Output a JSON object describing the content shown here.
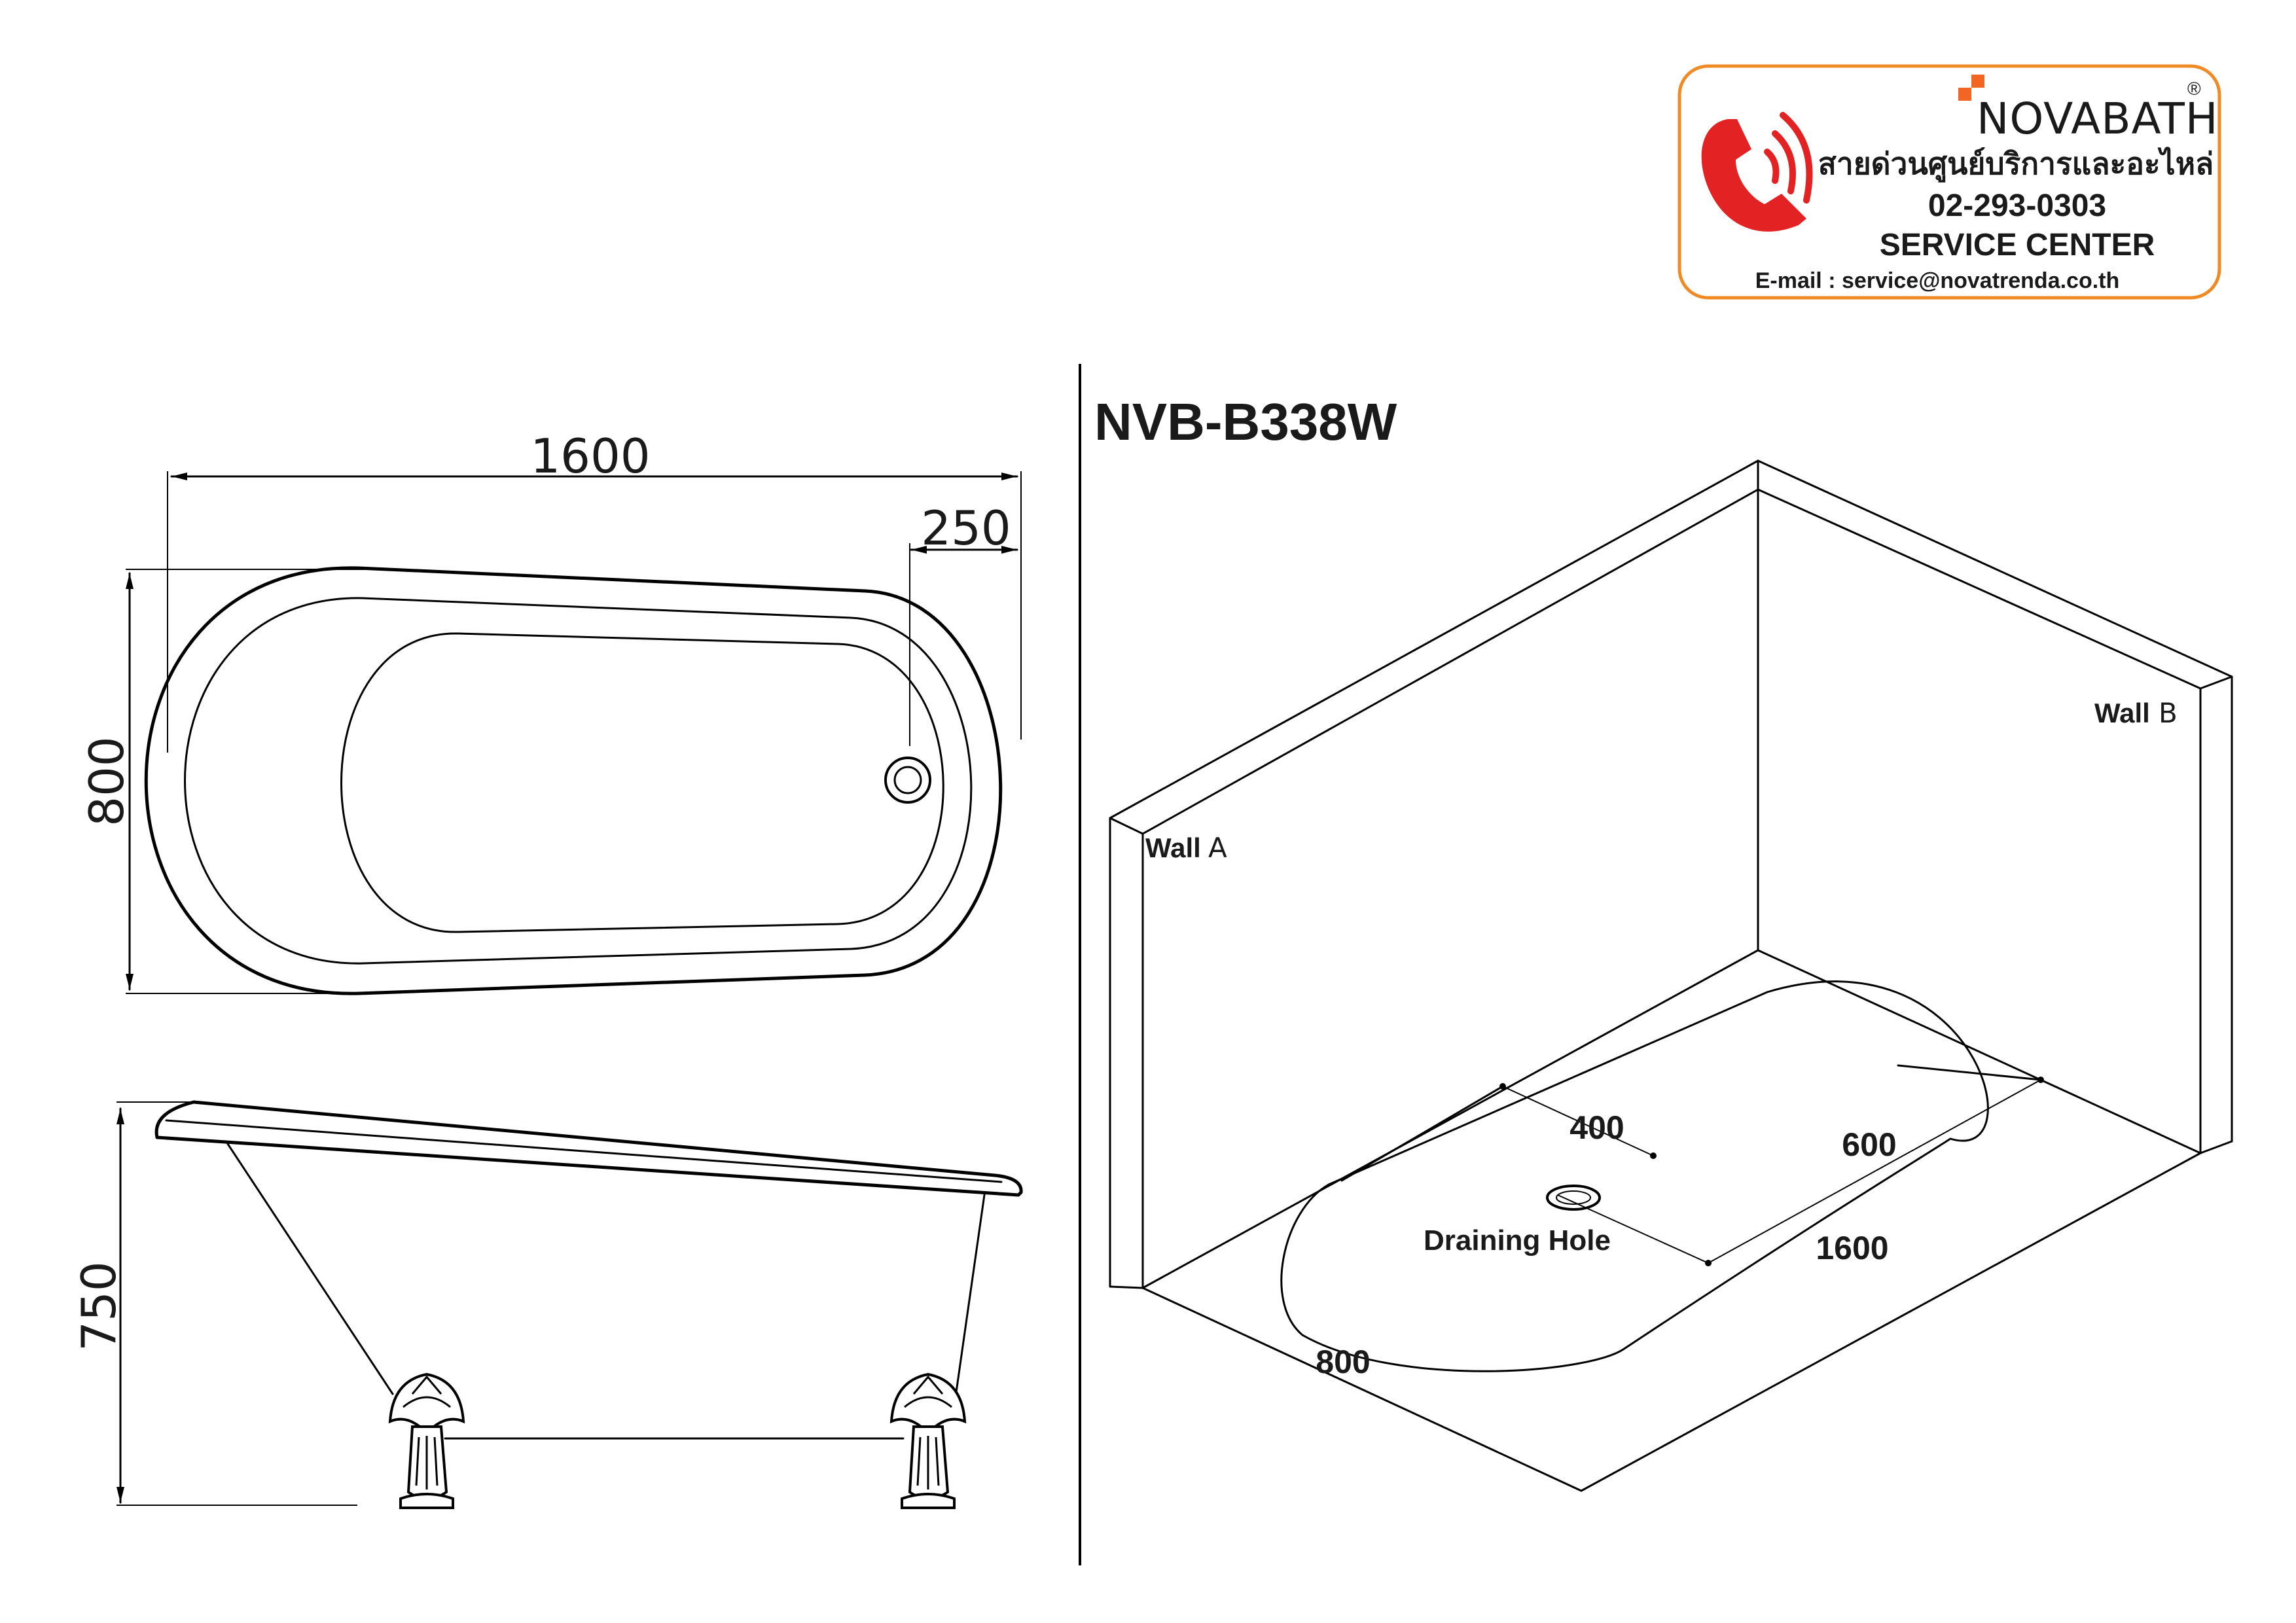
{
  "service_card": {
    "brand": "NOVABATH",
    "registered_mark": "®",
    "thai_hotline_label": "สายด่วนศูนย์บริการและอะไหล่",
    "phone": "02-293-0303",
    "service_label": "SERVICE CENTER",
    "email_line": "E-mail : service@novatrenda.co.th",
    "border_color": "#f08a24",
    "accent_color": "#f26522",
    "phone_icon_color": "#e32323",
    "icon": "phone-ringing-icon"
  },
  "model": {
    "code": "NVB-B338W"
  },
  "top_view": {
    "length_label": "1600",
    "drain_offset_label": "250",
    "width_label": "800"
  },
  "side_view": {
    "height_label": "750"
  },
  "iso_view": {
    "wall_a_label": "Wall",
    "wall_a_letter": "A",
    "wall_b_label": "Wall",
    "wall_b_letter": "B",
    "dim_400": "400",
    "dim_600": "600",
    "dim_1600": "1600",
    "dim_800": "800",
    "drain_label": "Draining Hole"
  }
}
